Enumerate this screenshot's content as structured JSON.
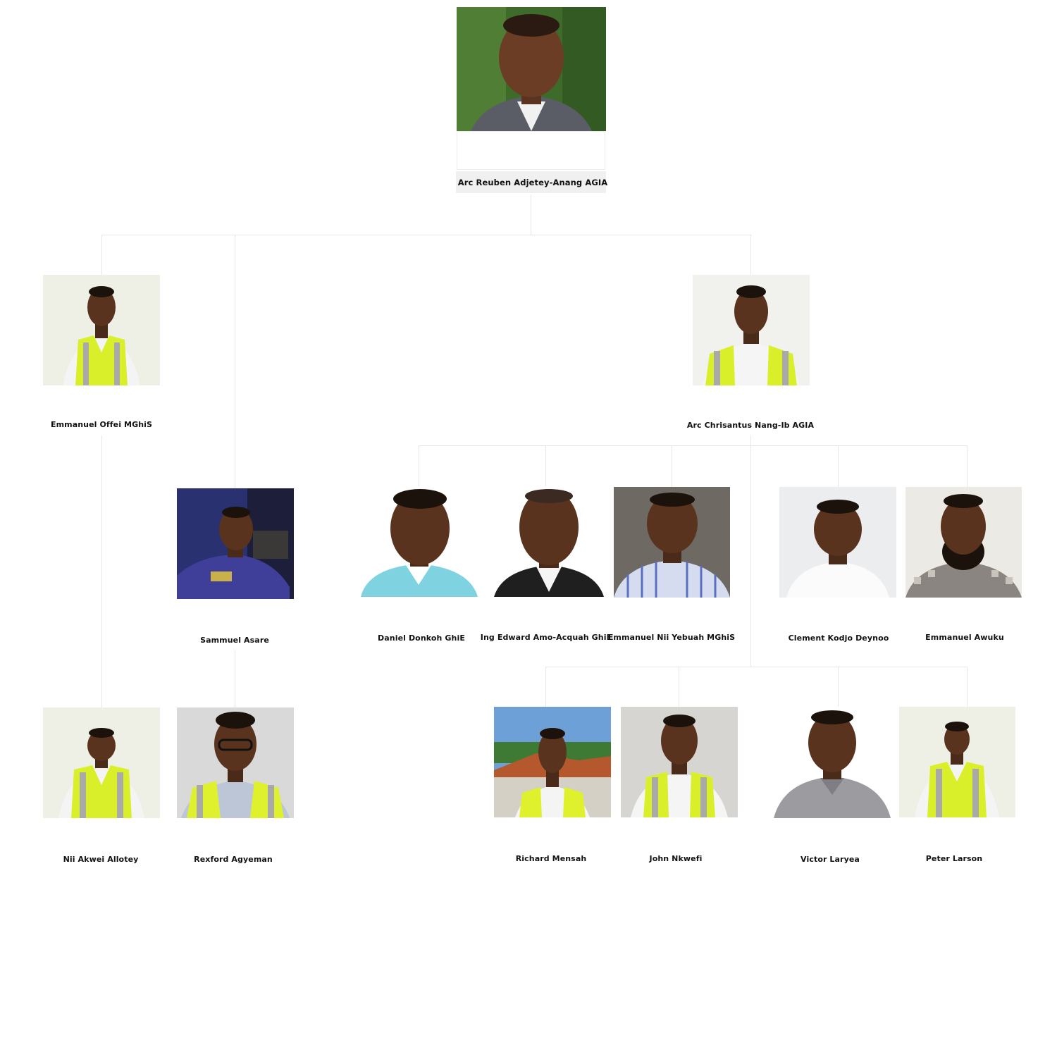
{
  "org_chart": {
    "root": {
      "name": "Arc Reuben Adjetey-Anang AGIA",
      "photo": "portrait-photo"
    },
    "members": {
      "offei": {
        "name": "Emmanuel Offei MGhiS",
        "photo": "portrait-photo",
        "reports_to": "root"
      },
      "asare": {
        "name": "Sammuel Asare",
        "photo": "portrait-photo",
        "reports_to": "root"
      },
      "nang": {
        "name": "Arc Chrisantus Nang-Ib AGIA",
        "photo": "portrait-photo",
        "reports_to": "root"
      },
      "donkoh": {
        "name": "Daniel Donkoh GhiE",
        "photo": "portrait-photo",
        "reports_to": "nang"
      },
      "amoacquah": {
        "name": "Ing Edward Amo-Acquah GhiE",
        "photo": "portrait-photo",
        "reports_to": "nang"
      },
      "yebuah": {
        "name": "Emmanuel Nii Yebuah MGhiS",
        "photo": "portrait-photo",
        "reports_to": "nang"
      },
      "deynoo": {
        "name": "Clement Kodjo Deynoo",
        "photo": "portrait-photo",
        "reports_to": "nang"
      },
      "awuku": {
        "name": "Emmanuel Awuku",
        "photo": "portrait-photo",
        "reports_to": "nang"
      },
      "allotey": {
        "name": "Nii Akwei Allotey",
        "photo": "portrait-photo",
        "reports_to": "offei"
      },
      "agyeman": {
        "name": "Rexford Agyeman",
        "photo": "portrait-photo",
        "reports_to": "asare"
      },
      "mensah": {
        "name": "Richard Mensah",
        "photo": "portrait-photo",
        "reports_to": "nang"
      },
      "nkwefi": {
        "name": "John Nkwefi",
        "photo": "portrait-photo",
        "reports_to": "nang"
      },
      "laryea": {
        "name": "Victor Laryea",
        "photo": "portrait-photo",
        "reports_to": "nang"
      },
      "larson": {
        "name": "Peter Larson",
        "photo": "portrait-photo",
        "reports_to": "nang"
      }
    }
  },
  "colors": {
    "connector": "#e6e6e6",
    "name_text": "#111111",
    "safety_vest": "#d9ef2a",
    "photo_bg_light": "#eef0e6"
  }
}
